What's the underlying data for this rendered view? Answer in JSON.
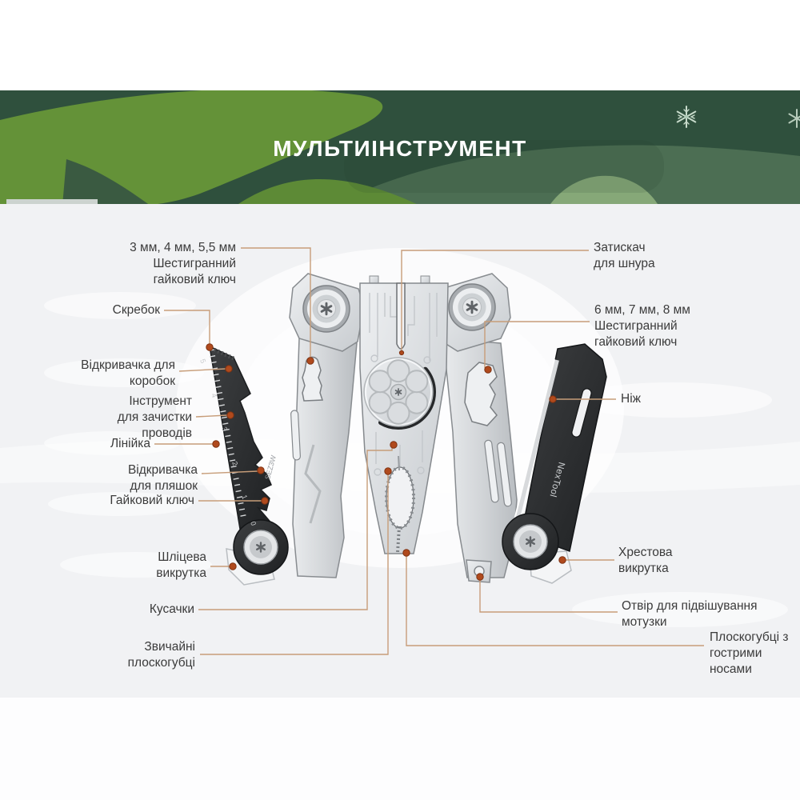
{
  "banner": {
    "title": "МУЛЬТИІНСТРУМЕНТ"
  },
  "labels": {
    "left": [
      {
        "id": "hex-wrench-small",
        "text": "3 мм, 4 мм, 5,5 мм\nШестигранний\nгайковий ключ"
      },
      {
        "id": "scraper",
        "text": "Скребок"
      },
      {
        "id": "box-opener",
        "text": "Відкривачка для\nкоробок"
      },
      {
        "id": "wire-stripper",
        "text": "Інструмент\nдля зачистки\nпроводів"
      },
      {
        "id": "ruler",
        "text": "Лінійка"
      },
      {
        "id": "bottle-opener",
        "text": "Відкривачка\nдля пляшок"
      },
      {
        "id": "wrench",
        "text": "Гайковий ключ"
      },
      {
        "id": "flat-screwdriver",
        "text": "Шліцева\nвикрутка"
      },
      {
        "id": "cutters",
        "text": "Кусачки"
      },
      {
        "id": "regular-pliers",
        "text": "Звичайні\nплоскогубці"
      }
    ],
    "right": [
      {
        "id": "cord-clamp",
        "text": "Затискач\nдля шнура"
      },
      {
        "id": "hex-wrench-large",
        "text": "6 мм, 7 мм, 8 мм\nШестигранний\nгайковий ключ"
      },
      {
        "id": "knife",
        "text": "Ніж"
      },
      {
        "id": "phillips-screwdriver",
        "text": "Хрестова\nвикрутка"
      },
      {
        "id": "lanyard-hole",
        "text": "Отвір для підвішування\nмотузки"
      },
      {
        "id": "needle-nose-pliers",
        "text": "Плоскогубці з\nгострими носами"
      }
    ]
  },
  "tool": {
    "brand_text": "NexTool",
    "stamp_text": "SEZ3W",
    "ruler_numbers": [
      "5",
      "4",
      "3",
      "2",
      "1",
      "0"
    ]
  },
  "colors": {
    "banner_base": "#2f503d",
    "banner_accent": "#649238",
    "leader_line": "#c79d79",
    "leader_dot": "#b04a1d",
    "title": "#ffffff"
  }
}
